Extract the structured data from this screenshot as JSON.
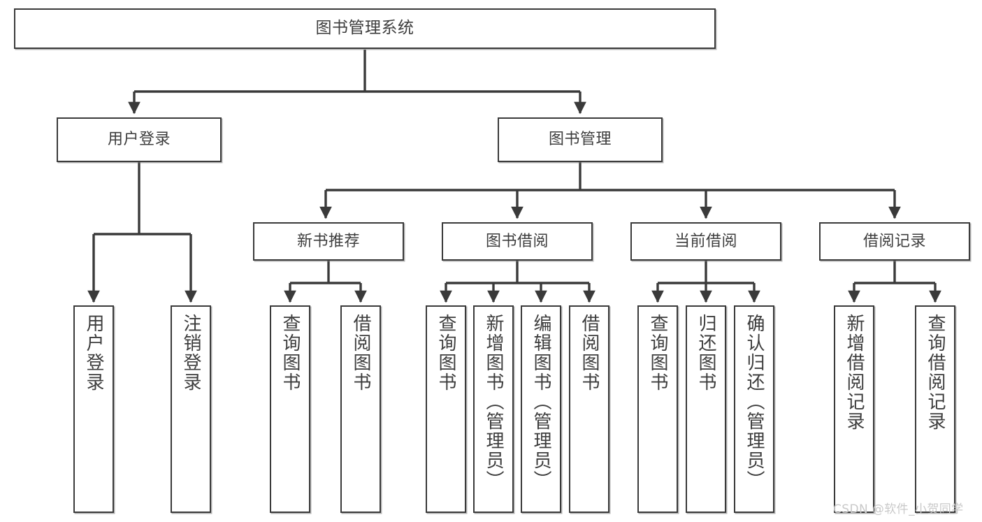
{
  "diagram": {
    "title": "图书管理系统",
    "type": "tree-hierarchy",
    "watermark": "CSDN @软件_小贺同学",
    "colors": {
      "box_border": "#3a3a3a",
      "box_fill": "#ffffff",
      "edge": "#3a3a3a",
      "text": "#3d3d3d",
      "watermark": "#c9c9c9",
      "background": "#ffffff"
    },
    "nodes": {
      "root": {
        "label": "图书管理系统"
      },
      "level2": [
        {
          "id": "user-login",
          "label": "用户登录"
        },
        {
          "id": "book-management",
          "label": "图书管理"
        }
      ],
      "level3": [
        {
          "id": "new-book-recommend",
          "label": "新书推荐"
        },
        {
          "id": "book-borrow",
          "label": "图书借阅"
        },
        {
          "id": "current-borrow",
          "label": "当前借阅"
        },
        {
          "id": "borrow-record",
          "label": "借阅记录"
        }
      ],
      "leaves": {
        "user-login": [
          {
            "id": "leaf-user-login",
            "label": "用户登录"
          },
          {
            "id": "leaf-logout-login",
            "label": "注销登录"
          }
        ],
        "new-book-recommend": [
          {
            "id": "leaf-query-book-1",
            "label": "查询图书"
          },
          {
            "id": "leaf-borrow-book-1",
            "label": "借阅图书"
          }
        ],
        "book-borrow": [
          {
            "id": "leaf-query-book-2",
            "label": "查询图书"
          },
          {
            "id": "leaf-add-book",
            "label": "新增图书（管理员）"
          },
          {
            "id": "leaf-edit-book",
            "label": "编辑图书（管理员）"
          },
          {
            "id": "leaf-borrow-book-2",
            "label": "借阅图书"
          }
        ],
        "current-borrow": [
          {
            "id": "leaf-query-book-3",
            "label": "查询图书"
          },
          {
            "id": "leaf-return-book",
            "label": "归还图书"
          },
          {
            "id": "leaf-confirm-return",
            "label": "确认归还（管理员）"
          }
        ],
        "borrow-record": [
          {
            "id": "leaf-add-record",
            "label": "新增借阅记录"
          },
          {
            "id": "leaf-query-record",
            "label": "查询借阅记录"
          }
        ]
      }
    }
  }
}
